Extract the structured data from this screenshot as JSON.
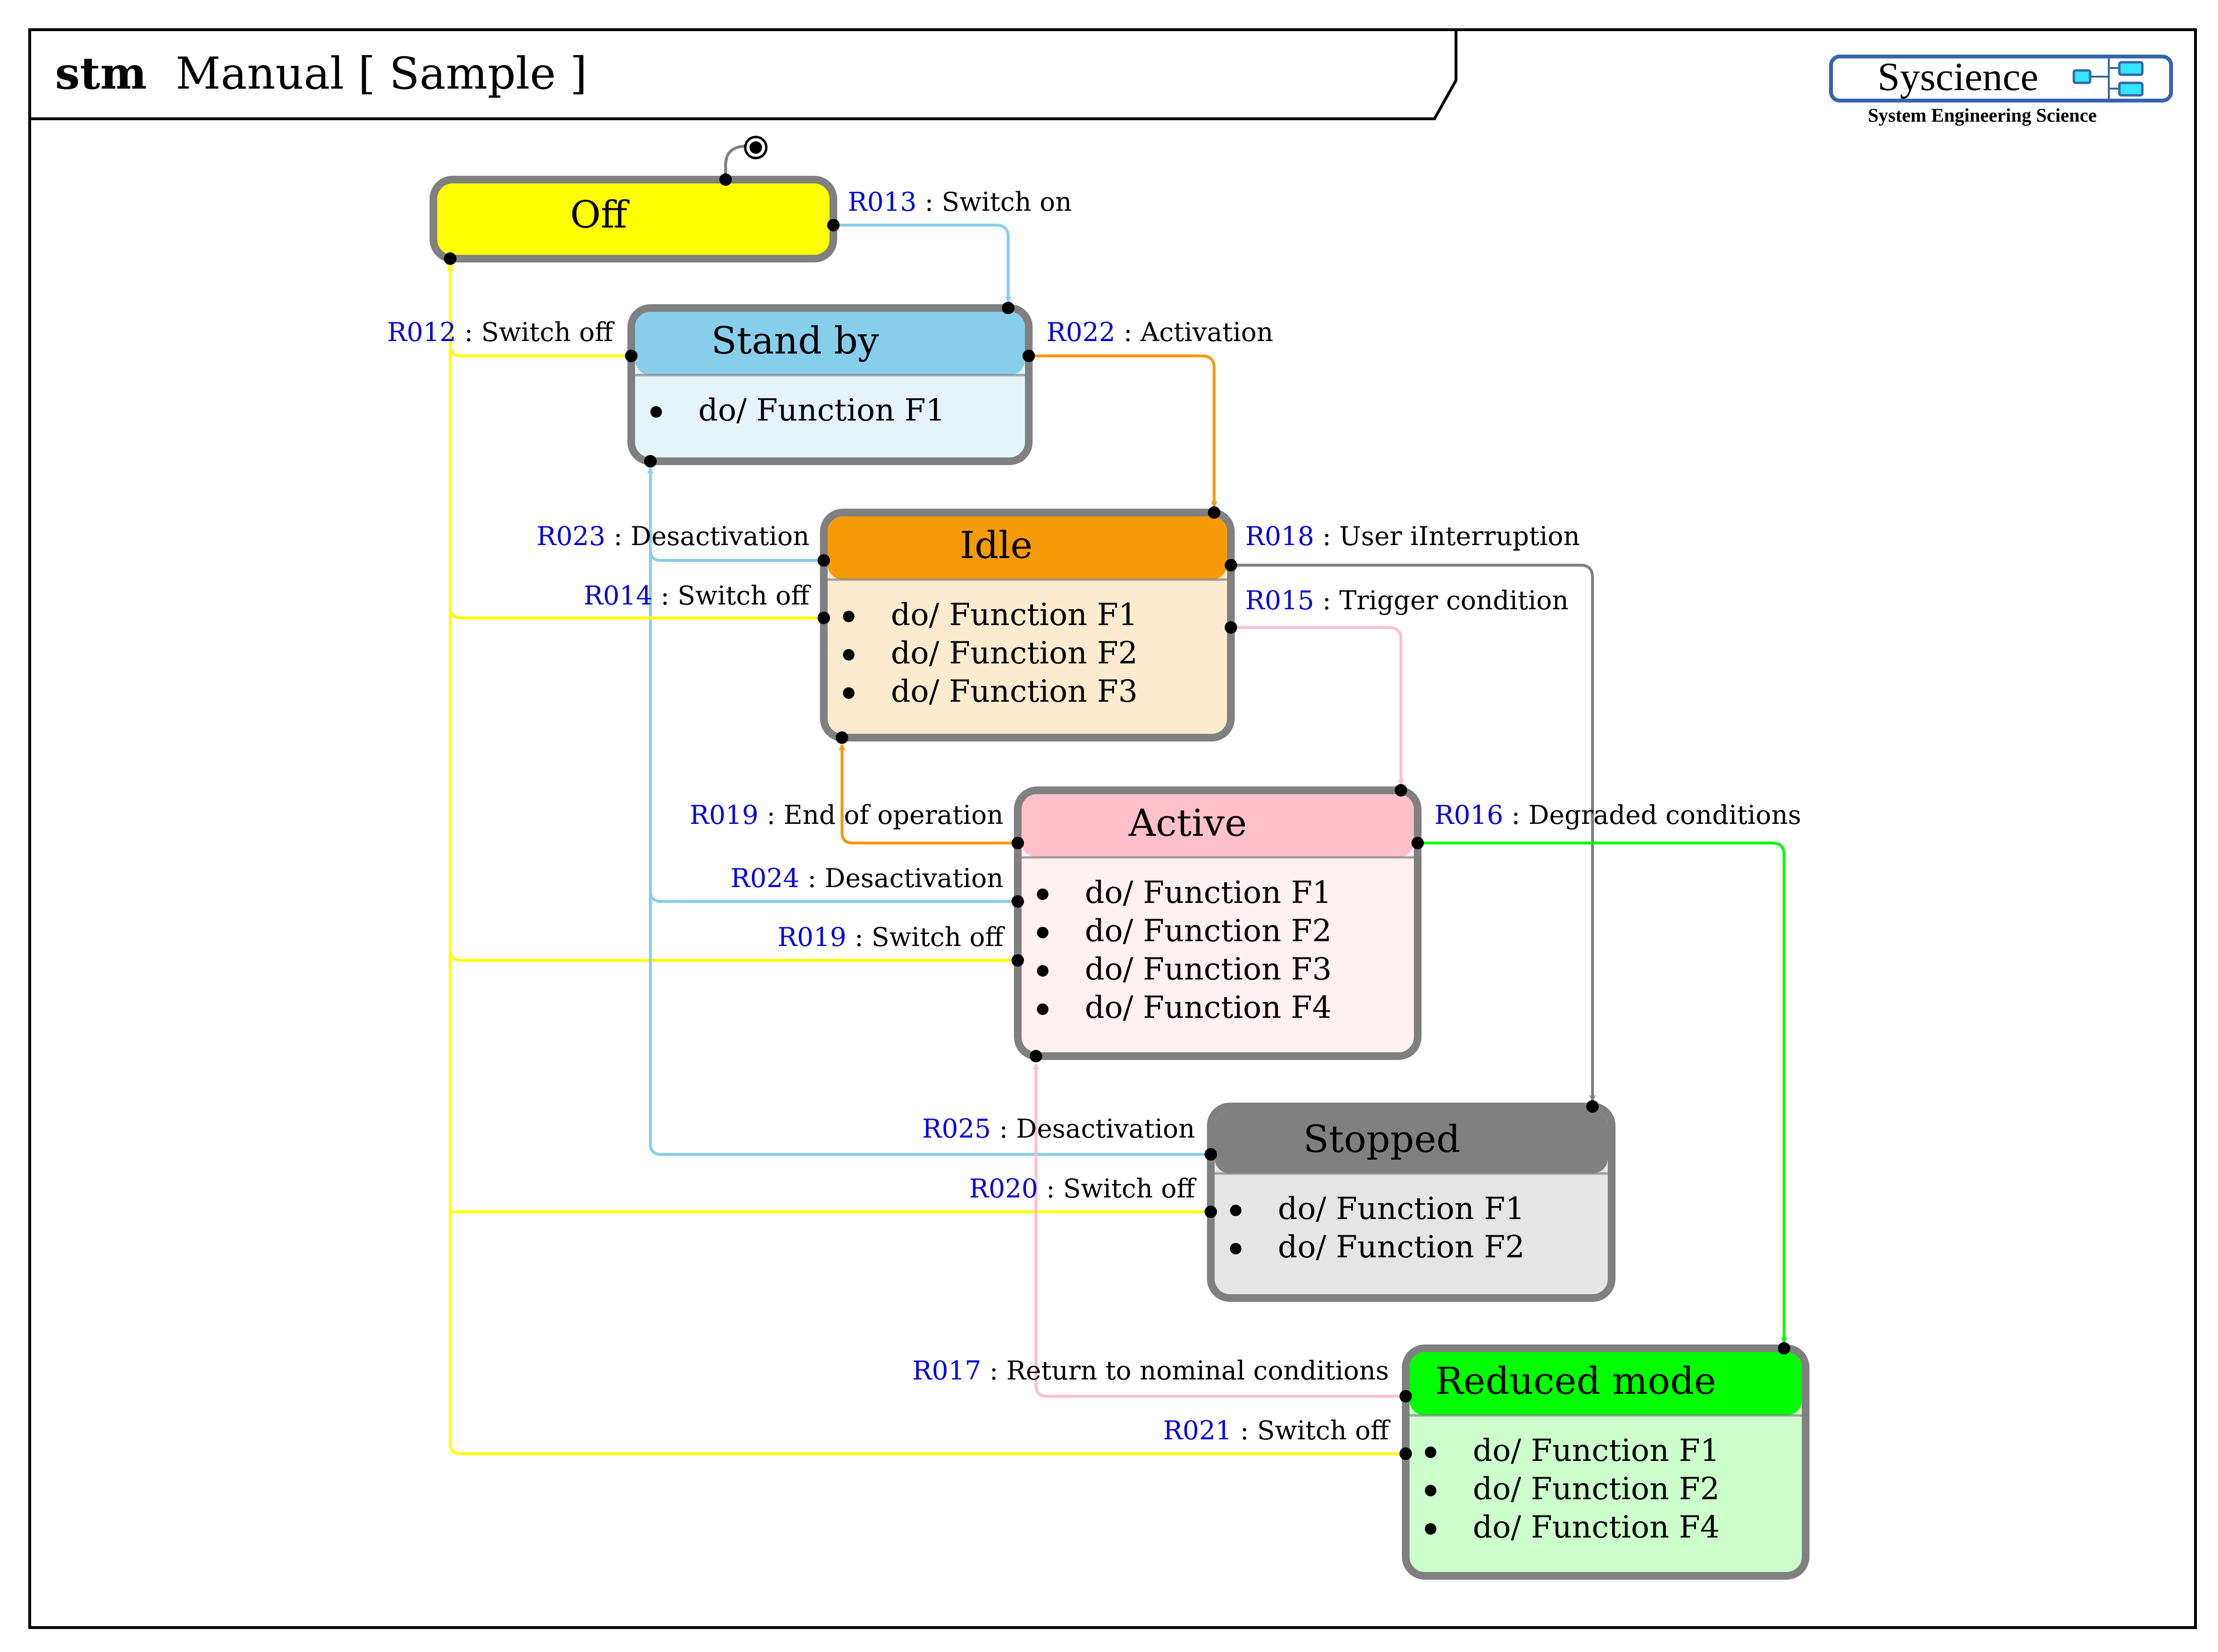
{
  "frame": {
    "keyword": "stm",
    "title": "Manual [ Sample ]"
  },
  "logo": {
    "name": "Syscience",
    "tagline": "System Engineering Science",
    "border_color": "#3366aa",
    "icon_fill": "#33e5ff"
  },
  "colors": {
    "state_border": "#808080",
    "id_text": "#0000dd",
    "endpoint": "#000000"
  },
  "states": [
    {
      "id": "off",
      "name": "Off",
      "header_color": "#ffff00",
      "body_color": "#ffff00",
      "activities": []
    },
    {
      "id": "standby",
      "name": "Stand by",
      "header_color": "#87ceeb",
      "body_color": "#e5f3fa",
      "activities": [
        "do/ Function F1"
      ]
    },
    {
      "id": "idle",
      "name": "Idle",
      "header_color": "#f79a08",
      "body_color": "#fdebd0",
      "activities": [
        "do/ Function F1",
        "do/ Function F2",
        "do/ Function F3"
      ]
    },
    {
      "id": "active",
      "name": "Active",
      "header_color": "#ffc0cb",
      "body_color": "#fff0f2",
      "activities": [
        "do/ Function F1",
        "do/ Function F2",
        "do/ Function F3",
        "do/ Function F4"
      ]
    },
    {
      "id": "stopped",
      "name": "Stopped",
      "header_color": "#808080",
      "body_color": "#e5e5e5",
      "activities": [
        "do/ Function F1",
        "do/ Function F2"
      ]
    },
    {
      "id": "reduced",
      "name": "Reduced mode",
      "header_color": "#00ff00",
      "body_color": "#ccffcc",
      "activities": [
        "do/ Function F1",
        "do/ Function F2",
        "do/ Function F4"
      ]
    }
  ],
  "transitions": [
    {
      "key": "r013",
      "id": "R013",
      "label": " : Switch on",
      "from": "Off",
      "to": "Stand by",
      "color": "#87ceeb"
    },
    {
      "key": "r012",
      "id": "R012",
      "label": " : Switch off",
      "from": "Stand by",
      "to": "Off",
      "color": "#ffff00"
    },
    {
      "key": "r022",
      "id": "R022",
      "label": " : Activation",
      "from": "Stand by",
      "to": "Idle",
      "color": "#f79a08"
    },
    {
      "key": "r023",
      "id": "R023",
      "label": " : Desactivation",
      "from": "Idle",
      "to": "Stand by",
      "color": "#87ceeb"
    },
    {
      "key": "r014",
      "id": "R014",
      "label": " : Switch off",
      "from": "Idle",
      "to": "Off",
      "color": "#ffff00"
    },
    {
      "key": "r018",
      "id": "R018",
      "label": " : User iInterruption",
      "from": "Idle",
      "to": "Stopped",
      "color": "#808080"
    },
    {
      "key": "r015",
      "id": "R015",
      "label": " : Trigger condition",
      "from": "Idle",
      "to": "Active",
      "color": "#ffc0cb"
    },
    {
      "key": "r019a",
      "id": "R019",
      "label": " : End of operation",
      "from": "Active",
      "to": "Idle",
      "color": "#f79a08"
    },
    {
      "key": "r016",
      "id": "R016",
      "label": " : Degraded conditions",
      "from": "Active",
      "to": "Reduced mode",
      "color": "#00ff00"
    },
    {
      "key": "r024",
      "id": "R024",
      "label": " : Desactivation",
      "from": "Active",
      "to": "Stand by",
      "color": "#87ceeb"
    },
    {
      "key": "r019b",
      "id": "R019",
      "label": " : Switch off",
      "from": "Active",
      "to": "Off",
      "color": "#ffff00"
    },
    {
      "key": "r025",
      "id": "R025",
      "label": " : Desactivation",
      "from": "Stopped",
      "to": "Stand by",
      "color": "#87ceeb"
    },
    {
      "key": "r020",
      "id": "R020",
      "label": " : Switch off",
      "from": "Stopped",
      "to": "Off",
      "color": "#ffff00"
    },
    {
      "key": "r017",
      "id": "R017",
      "label": " : Return to nominal conditions",
      "from": "Reduced mode",
      "to": "Active",
      "color": "#ffc0cb"
    },
    {
      "key": "r021",
      "id": "R021",
      "label": " : Switch off",
      "from": "Reduced mode",
      "to": "Off",
      "color": "#ffff00"
    }
  ],
  "final_state": {
    "label": "",
    "from": "Off"
  }
}
